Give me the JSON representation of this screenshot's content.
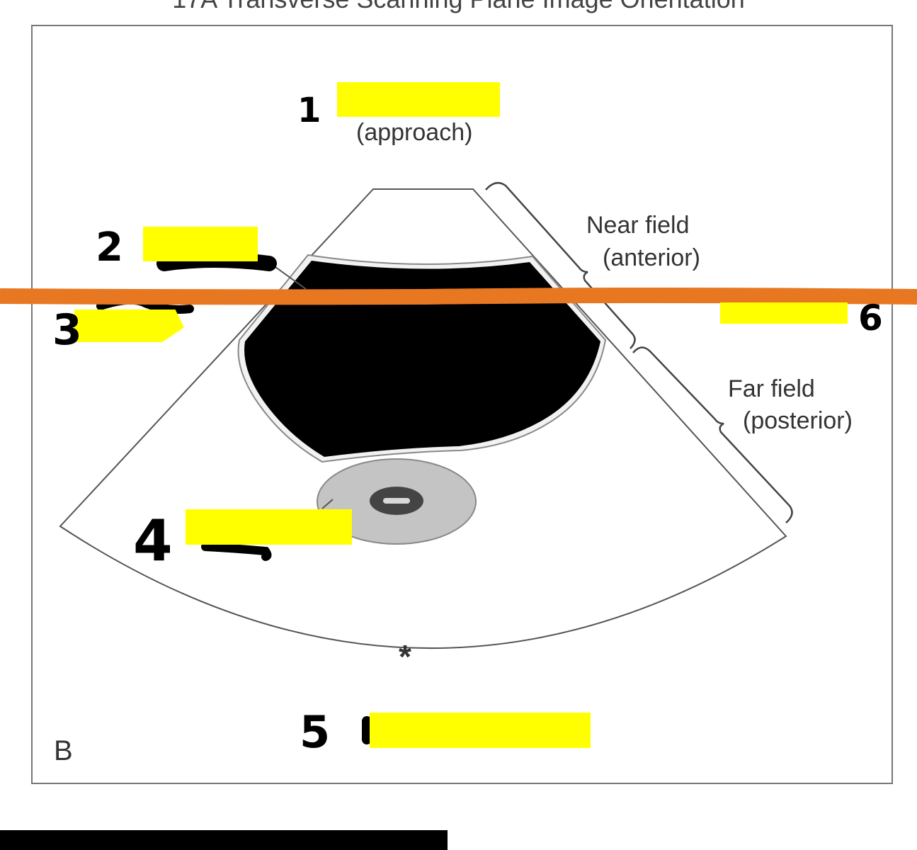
{
  "title": "17A Transverse Scanning Plane Image Orientation",
  "panel_letter": "B",
  "labels": {
    "approach": "(approach)",
    "near_field_1": "Near field",
    "near_field_2": "(anterior)",
    "far_field_1": "Far field",
    "far_field_2": "(posterior)",
    "asterisk": "*"
  },
  "handwritten_numbers": [
    "1",
    "2",
    "3",
    "4",
    "5",
    "6"
  ],
  "colors": {
    "highlight": "#ffff00",
    "pen_line": "#e87722",
    "ink": "#000000",
    "structure_gray": "#c4c4c4"
  }
}
